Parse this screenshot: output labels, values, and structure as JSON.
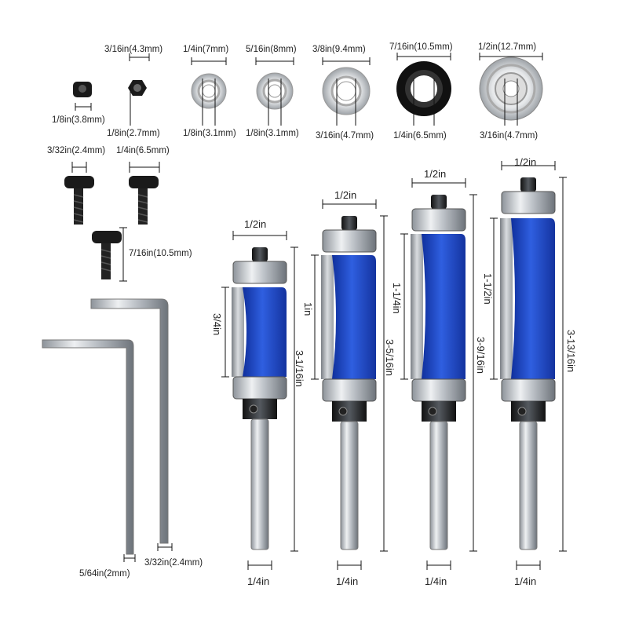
{
  "colors": {
    "cutter_blue": "#1f47c9",
    "steel": "#c8cdd2",
    "dark_steel": "#2a2e33",
    "dim_line": "#111111"
  },
  "hardware_labels": {
    "nut_small": "1/8in(3.8mm)",
    "nut_hex_top": "3/16in(4.3mm)",
    "nut_hex_bottom": "1/8in(2.7mm)",
    "screw_a": "3/32in(2.4mm)",
    "screw_b": "1/4in(6.5mm)",
    "screw_c": "7/16in(10.5mm)"
  },
  "bearings": [
    {
      "top": "1/4in(7mm)",
      "bottom": "1/8in(3.1mm)"
    },
    {
      "top": "5/16in(8mm)",
      "bottom": "1/8in(3.1mm)"
    },
    {
      "top": "3/8in(9.4mm)",
      "bottom": "3/16in(4.7mm)"
    },
    {
      "top": "7/16in(10.5mm)",
      "bottom": "1/4in(6.5mm)"
    },
    {
      "top": "1/2in(12.7mm)",
      "bottom": "3/16in(4.7mm)"
    }
  ],
  "wrenches": {
    "small": "5/64in(2mm)",
    "large": "3/32in(2.4mm)"
  },
  "router_bits": [
    {
      "diameter": "1/2in",
      "cut_length": "3/4in",
      "overall_length": "3-1/16in",
      "shank": "1/4in"
    },
    {
      "diameter": "1/2in",
      "cut_length": "1in",
      "overall_length": "3-5/16in",
      "shank": "1/4in"
    },
    {
      "diameter": "1/2in",
      "cut_length": "1-1/4in",
      "overall_length": "3-9/16in",
      "shank": "1/4in"
    },
    {
      "diameter": "1/2in",
      "cut_length": "1-1/2in",
      "overall_length": "3-13/16in",
      "shank": "1/4in"
    }
  ]
}
